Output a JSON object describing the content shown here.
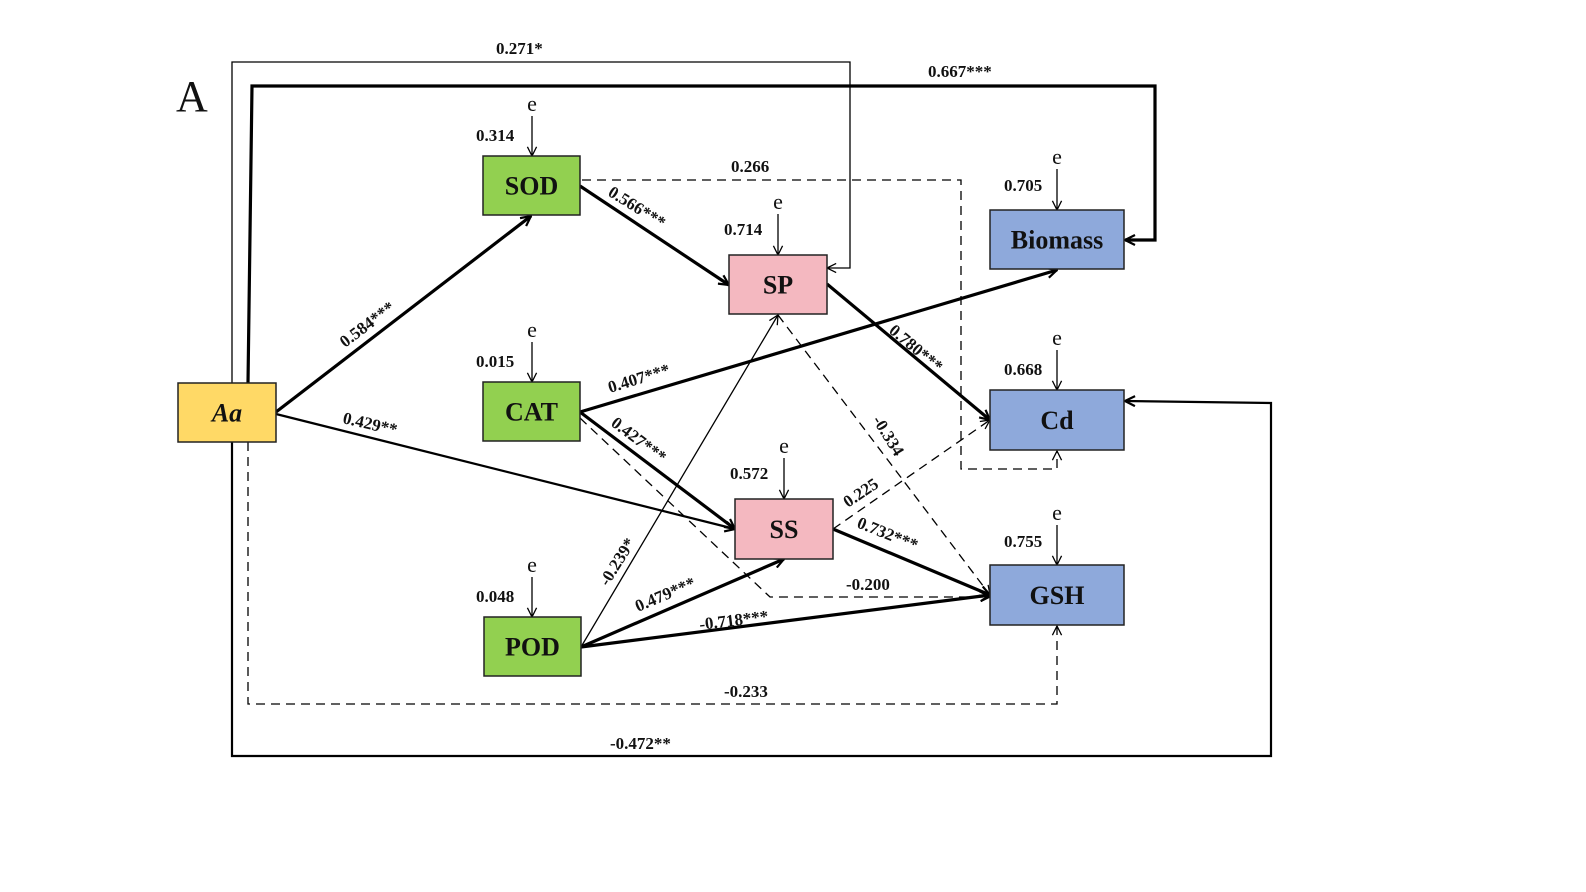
{
  "panel_label": "A",
  "error_symbol": "e",
  "colors": {
    "driver": "#FFD966",
    "enzyme": "#92D050",
    "osmolyte": "#F4B8C0",
    "outcome": "#8EA9DB"
  },
  "nodes": [
    {
      "id": "Aa",
      "label": "Aa",
      "group": "driver",
      "italic": true,
      "r2": ""
    },
    {
      "id": "SOD",
      "label": "SOD",
      "group": "enzyme",
      "r2": "0.314"
    },
    {
      "id": "CAT",
      "label": "CAT",
      "group": "enzyme",
      "r2": "0.015"
    },
    {
      "id": "POD",
      "label": "POD",
      "group": "enzyme",
      "r2": "0.048"
    },
    {
      "id": "SP",
      "label": "SP",
      "group": "osmolyte",
      "r2": "0.714"
    },
    {
      "id": "SS",
      "label": "SS",
      "group": "osmolyte",
      "r2": "0.572"
    },
    {
      "id": "Biomass",
      "label": "Biomass",
      "group": "outcome",
      "r2": "0.705"
    },
    {
      "id": "Cd",
      "label": "Cd",
      "group": "outcome",
      "r2": "0.668"
    },
    {
      "id": "GSH",
      "label": "GSH",
      "group": "outcome",
      "r2": "0.755"
    }
  ],
  "paths": [
    {
      "id": "Aa-SP",
      "from": "Aa",
      "to": "SP",
      "coef": "0.271*",
      "style": "thin"
    },
    {
      "id": "Aa-Biomass",
      "from": "Aa",
      "to": "Biomass",
      "coef": "0.667***",
      "style": "thick"
    },
    {
      "id": "Aa-SOD",
      "from": "Aa",
      "to": "SOD",
      "coef": "0.584***",
      "style": "thick"
    },
    {
      "id": "Aa-SS",
      "from": "Aa",
      "to": "SS",
      "coef": "0.429**",
      "style": "medium"
    },
    {
      "id": "Aa-GSH",
      "from": "Aa",
      "to": "GSH",
      "coef": "-0.233",
      "style": "dashed"
    },
    {
      "id": "Aa-Cd",
      "from": "Aa",
      "to": "Cd",
      "coef": "-0.472**",
      "style": "medium"
    },
    {
      "id": "SOD-Cd",
      "from": "SOD",
      "to": "Cd",
      "coef": "0.266",
      "style": "dashed"
    },
    {
      "id": "SOD-SP",
      "from": "SOD",
      "to": "SP",
      "coef": "0.566***",
      "style": "thick"
    },
    {
      "id": "CAT-Biomass",
      "from": "CAT",
      "to": "Biomass",
      "coef": "0.407***",
      "style": "thick"
    },
    {
      "id": "CAT-SS",
      "from": "CAT",
      "to": "SS",
      "coef": "0.427***",
      "style": "thick"
    },
    {
      "id": "CAT-GSH",
      "from": "CAT",
      "to": "GSH",
      "coef": "-0.200",
      "style": "dashed"
    },
    {
      "id": "POD-SP",
      "from": "POD",
      "to": "SP",
      "coef": "-0.239*",
      "style": "thin"
    },
    {
      "id": "POD-SS",
      "from": "POD",
      "to": "SS",
      "coef": "0.479***",
      "style": "thick"
    },
    {
      "id": "POD-GSH",
      "from": "POD",
      "to": "GSH",
      "coef": "-0.718***",
      "style": "thick"
    },
    {
      "id": "SP-Cd",
      "from": "SP",
      "to": "Cd",
      "coef": "0.780***",
      "style": "thick"
    },
    {
      "id": "SP-GSH",
      "from": "SP",
      "to": "GSH",
      "coef": "-0.334",
      "style": "dashed"
    },
    {
      "id": "SS-Cd",
      "from": "SS",
      "to": "Cd",
      "coef": "0.225",
      "style": "dashed"
    },
    {
      "id": "SS-GSH",
      "from": "SS",
      "to": "GSH",
      "coef": "0.732***",
      "style": "thick"
    }
  ]
}
